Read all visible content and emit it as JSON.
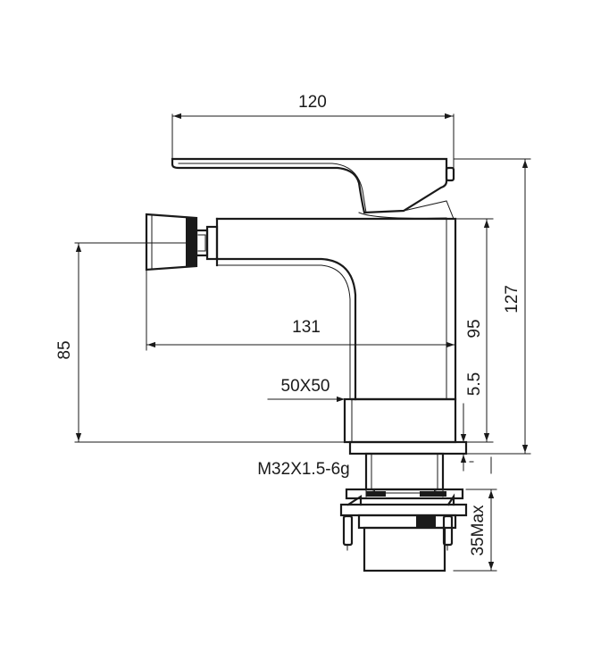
{
  "diagram": {
    "dimensions": {
      "width_top": "120",
      "spout_reach": "131",
      "height_total": "127",
      "height_body": "95",
      "height_base": "5.5",
      "height_spout": "85",
      "base_size": "50X50",
      "thread": "M32X1.5-6g",
      "mount_depth": "35Max"
    }
  }
}
